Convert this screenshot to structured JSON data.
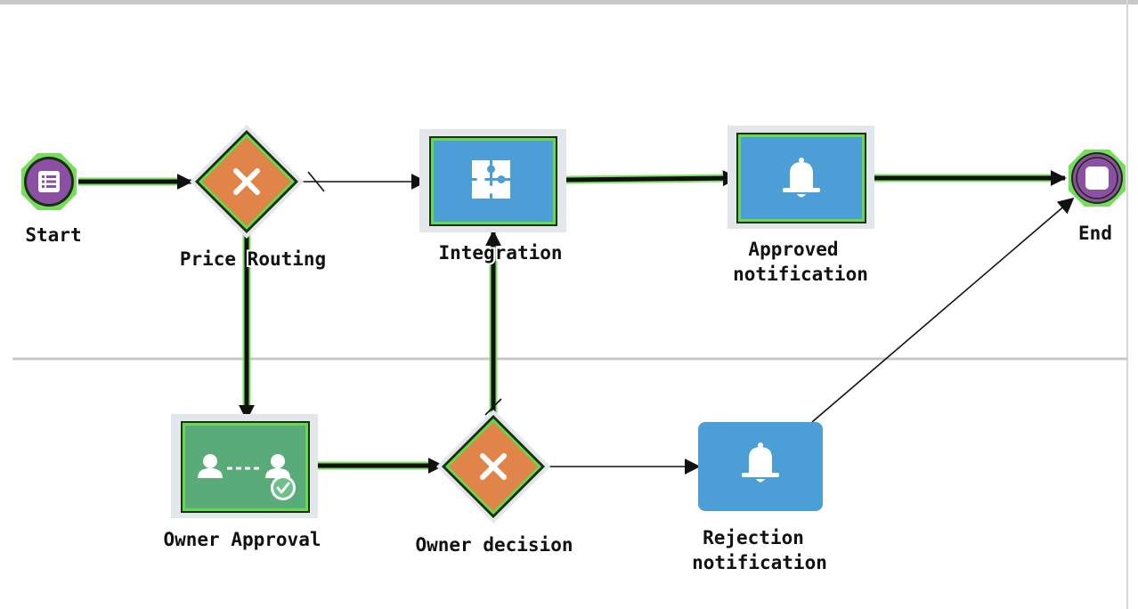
{
  "diagram": {
    "type": "bpmn-process",
    "colors": {
      "event": "#8b4fa3",
      "gateway": "#e0844a",
      "task_blue": "#4c9ed6",
      "task_green": "#5aab7a",
      "active_highlight": "#67d94a",
      "swimlane_line": "#c8c8c8"
    },
    "nodes": {
      "start": {
        "label": "Start",
        "kind": "start-event",
        "icon": "list-icon"
      },
      "price_routing": {
        "label": "Price Routing",
        "kind": "exclusive-gateway",
        "icon": "close-icon"
      },
      "integration": {
        "label": "Integration",
        "kind": "service-task",
        "icon": "puzzle-icon"
      },
      "approved_notification": {
        "label_line1": "Approved",
        "label_line2": "notification",
        "kind": "notification-task",
        "icon": "bell-icon"
      },
      "end": {
        "label": "End",
        "kind": "end-event",
        "icon": "stop-icon"
      },
      "owner_approval": {
        "label": "Owner Approval",
        "kind": "approval-task",
        "icon": "users-approve-icon"
      },
      "owner_decision": {
        "label": "Owner decision",
        "kind": "exclusive-gateway",
        "icon": "close-icon"
      },
      "rejection_notification": {
        "label_line1": "Rejection",
        "label_line2": "notification",
        "kind": "notification-task",
        "icon": "bell-icon"
      }
    },
    "flows": [
      {
        "from": "start",
        "to": "price_routing",
        "active": true
      },
      {
        "from": "price_routing",
        "to": "integration",
        "active": false,
        "default": true
      },
      {
        "from": "price_routing",
        "to": "owner_approval",
        "active": true
      },
      {
        "from": "integration",
        "to": "approved_notification",
        "active": true
      },
      {
        "from": "approved_notification",
        "to": "end",
        "active": true
      },
      {
        "from": "owner_approval",
        "to": "owner_decision",
        "active": true
      },
      {
        "from": "owner_decision",
        "to": "integration",
        "active": true,
        "default": true
      },
      {
        "from": "owner_decision",
        "to": "rejection_notification",
        "active": false
      },
      {
        "from": "rejection_notification",
        "to": "end",
        "active": false
      }
    ]
  }
}
